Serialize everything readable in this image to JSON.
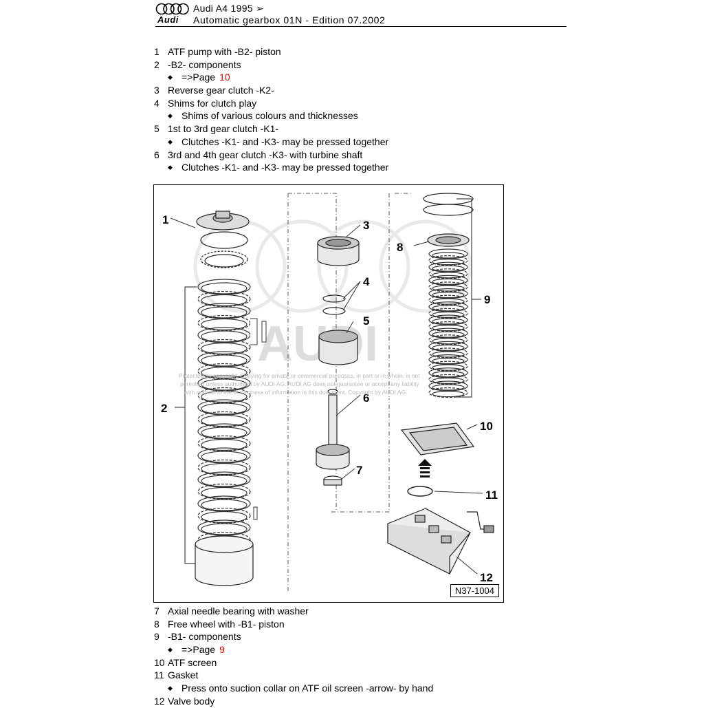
{
  "header": {
    "title": "Audi A4 1995 ➢",
    "subtitle": "Automatic gearbox 01N - Edition 07.2002",
    "brand": "Audi"
  },
  "legend_top": [
    {
      "num": "1",
      "text": "ATF pump with -B2- piston"
    },
    {
      "num": "2",
      "text": "-B2- components"
    },
    {
      "bullet": "◆",
      "text": "=>Page",
      "ref": "10"
    },
    {
      "num": "3",
      "text": "Reverse gear clutch -K2-"
    },
    {
      "num": "4",
      "text": "Shims for clutch play"
    },
    {
      "bullet": "◆",
      "text": "Shims of various colours and thicknesses"
    },
    {
      "num": "5",
      "text": "1st to 3rd gear clutch -K1-"
    },
    {
      "bullet": "◆",
      "text": "Clutches -K1- and -K3- may be pressed together"
    },
    {
      "num": "6",
      "text": "3rd and 4th gear clutch -K3- with turbine shaft"
    },
    {
      "bullet": "◆",
      "text": "Clutches -K1- and -K3- may be pressed together"
    }
  ],
  "legend_bottom": [
    {
      "num": "7",
      "text": "Axial needle bearing with washer"
    },
    {
      "num": "8",
      "text": "Free wheel with -B1- piston"
    },
    {
      "num": "9",
      "text": "-B1- components"
    },
    {
      "bullet": "◆",
      "text": "=>Page",
      "ref": "9"
    },
    {
      "num": "10",
      "text": "ATF screen"
    },
    {
      "num": "11",
      "text": "Gasket"
    },
    {
      "bullet": "◆",
      "text": "Press onto suction collar on ATF oil screen -arrow- by hand"
    },
    {
      "num": "12",
      "text": "Valve body"
    }
  ],
  "figure": {
    "code": "N37-1004",
    "callouts": [
      "1",
      "2",
      "3",
      "4",
      "5",
      "6",
      "7",
      "8",
      "9",
      "10",
      "11",
      "12"
    ],
    "watermark": {
      "line1": "Protected by copyright. Copying for private or commercial purposes, in part or in whole, is not",
      "line2": "permitted unless authorised by AUDI AG. AUDI AG does not guarantee or accept any liability",
      "line3": "with respect to the correctness of information in this document. Copyright by AUDI AG.",
      "logo_text": "AUDI"
    }
  }
}
